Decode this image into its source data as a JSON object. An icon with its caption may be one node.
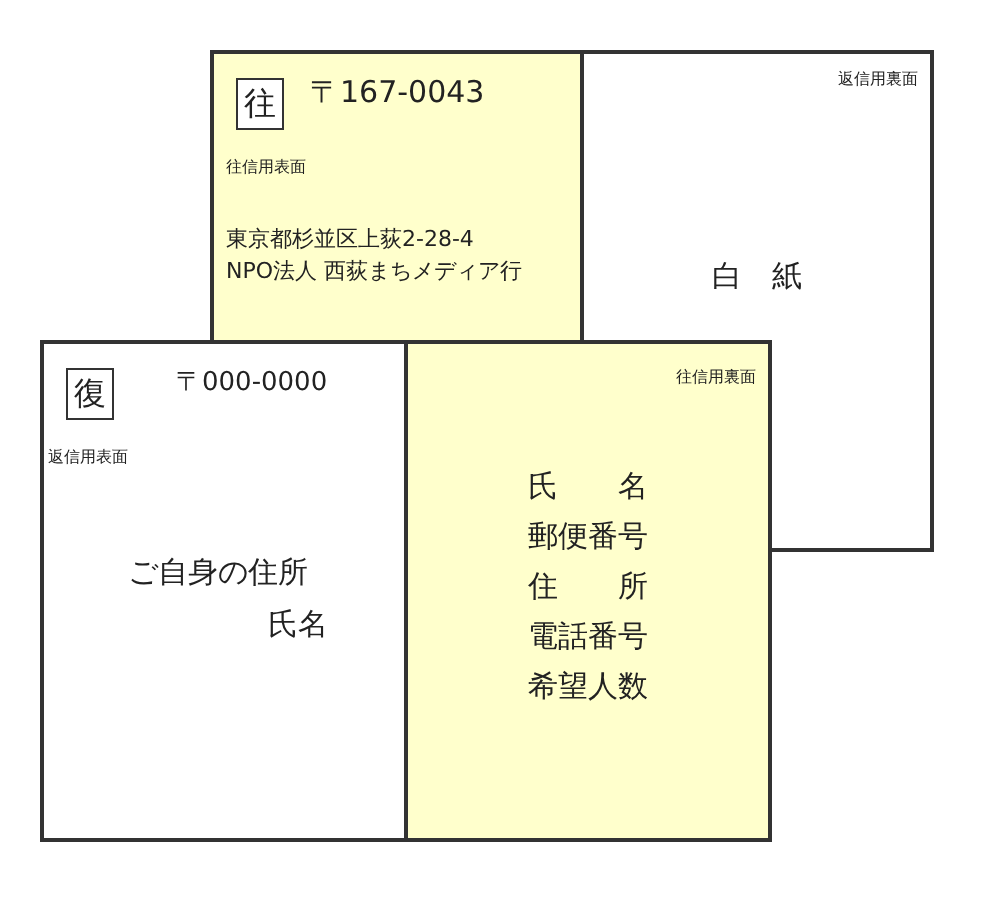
{
  "diagram": {
    "nodes": [
      {
        "text": [
          "〒167-0043",
          "往信用表面",
          "東京都杉並区上荻2-28-4",
          "NPO法人 西荻まちメディア行"
        ]
      },
      {
        "text": [
          "往"
        ],
        "in": 0
      },
      {
        "text": [
          "返信用裏面",
          "白　紙"
        ]
      },
      {
        "text": [
          "〒000-0000",
          "返信用表面",
          "ご自身の住所",
          "氏名"
        ]
      },
      {
        "text": [
          "復"
        ],
        "in": 3
      },
      {
        "text": [
          "往信用裏面",
          "氏　　名",
          "郵便番号",
          "住　　所",
          "電話番号",
          "希望人数"
        ]
      }
    ]
  }
}
